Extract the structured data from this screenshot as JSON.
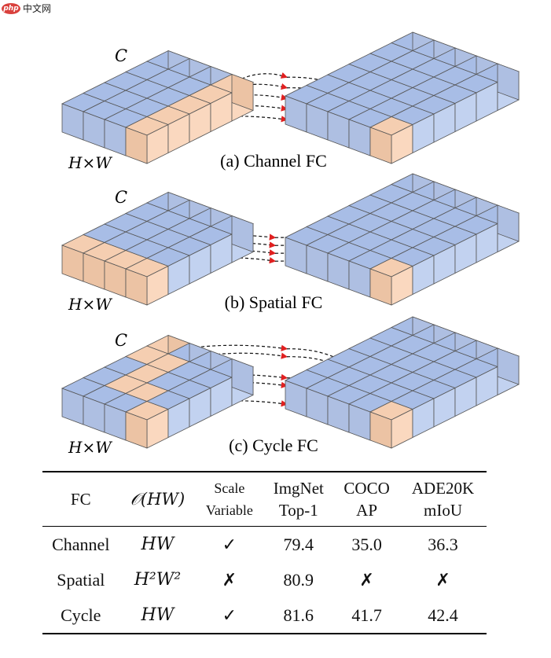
{
  "watermark": {
    "logo": "php",
    "text": "中文网"
  },
  "panels": [
    {
      "id": "a",
      "caption": "(a) Channel FC",
      "c_label": "C",
      "hw_label": "H×W",
      "highlight": "channel"
    },
    {
      "id": "b",
      "caption": "(b) Spatial FC",
      "c_label": "C",
      "hw_label": "H×W",
      "highlight": "spatial"
    },
    {
      "id": "c",
      "caption": "(c) Cycle FC",
      "c_label": "C",
      "hw_label": "H×W",
      "highlight": "cycle"
    }
  ],
  "colors": {
    "cube_blue_top": "#a8bde6",
    "cube_blue_front": "#c2d2f0",
    "cube_blue_side": "#aebfe2",
    "cube_orange_top": "#f5ceb1",
    "cube_orange_front": "#fad8bf",
    "cube_orange_side": "#ecc3a4",
    "edge": "#555555",
    "arrow": "#e02020"
  },
  "table": {
    "headers": [
      {
        "line1": "FC",
        "line2": ""
      },
      {
        "line1": "𝒪(HW)",
        "line2": ""
      },
      {
        "line1": "Scale",
        "line2": "Variable"
      },
      {
        "line1": "ImgNet",
        "line2": "Top-1"
      },
      {
        "line1": "COCO",
        "line2": "AP"
      },
      {
        "line1": "ADE20K",
        "line2": "mIoU"
      }
    ],
    "rows": [
      {
        "fc": "Channel",
        "complexity": "HW",
        "scale": "✓",
        "imgnet": "79.4",
        "coco": "35.0",
        "ade": "36.3"
      },
      {
        "fc": "Spatial",
        "complexity": "H²W²",
        "scale": "✗",
        "imgnet": "80.9",
        "coco": "✗",
        "ade": "✗"
      },
      {
        "fc": "Cycle",
        "complexity": "HW",
        "scale": "✓",
        "imgnet": "81.6",
        "coco": "41.7",
        "ade": "42.4"
      }
    ]
  }
}
